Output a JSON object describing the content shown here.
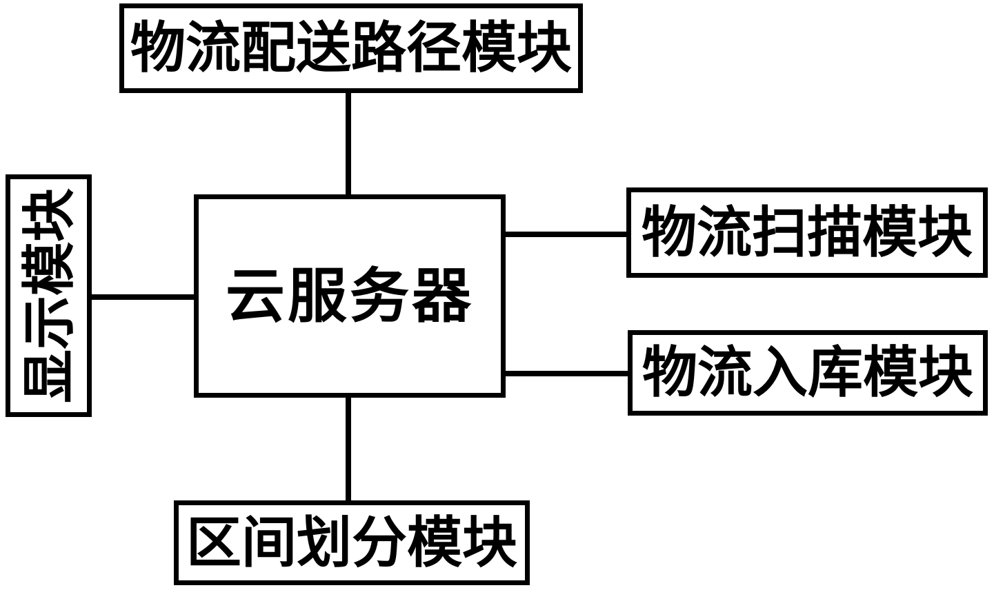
{
  "diagram": {
    "type": "block-diagram",
    "background_color": "#ffffff",
    "line_color": "#000000",
    "nodes": {
      "top": {
        "label": "物流配送路径模块"
      },
      "left": {
        "label": "显示模块",
        "text_orientation": "rotated-90-ccw"
      },
      "center": {
        "label": "云服务器"
      },
      "right_top": {
        "label": "物流扫描模块"
      },
      "right_bottom": {
        "label": "物流入库模块"
      },
      "bottom": {
        "label": "区间划分模块"
      }
    },
    "edges": [
      {
        "from": "top",
        "to": "center",
        "style": "plain-line"
      },
      {
        "from": "left",
        "to": "center",
        "style": "plain-line"
      },
      {
        "from": "center",
        "to": "right_top",
        "style": "plain-line"
      },
      {
        "from": "center",
        "to": "right_bottom",
        "style": "plain-line"
      },
      {
        "from": "center",
        "to": "bottom",
        "style": "plain-line"
      }
    ]
  }
}
